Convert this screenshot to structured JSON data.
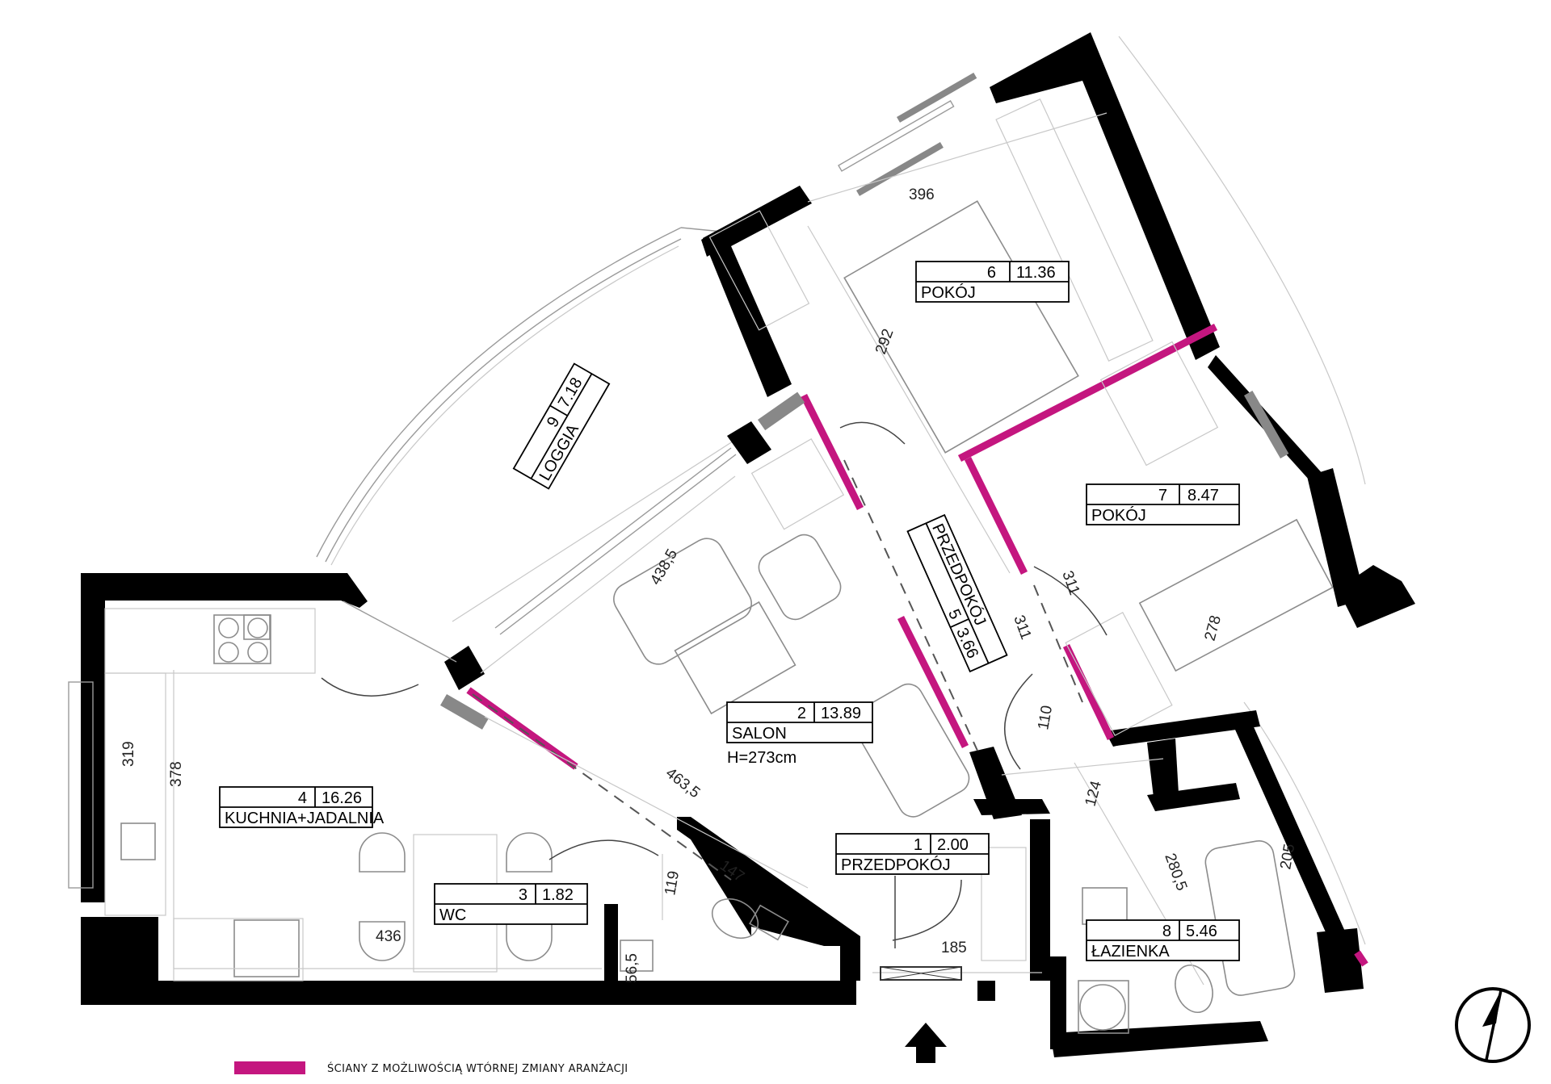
{
  "rooms": {
    "pokoj6": {
      "num": "6",
      "area": "11.36",
      "name": "POKÓJ"
    },
    "pokoj7": {
      "num": "7",
      "area": "8.47",
      "name": "POKÓJ"
    },
    "loggia": {
      "num": "9",
      "area": "7.18",
      "name": "LOGGIA"
    },
    "przedpokoj5": {
      "num": "5",
      "area": "3.66",
      "name": "PRZEDPOKÓJ"
    },
    "salon": {
      "num": "2",
      "area": "13.89",
      "name": "SALON",
      "height": "H=273cm"
    },
    "kuchnia": {
      "num": "4",
      "area": "16.26",
      "name": "KUCHNIA+JADALNIA"
    },
    "wc": {
      "num": "3",
      "area": "1.82",
      "name": "WC"
    },
    "przedpokoj1": {
      "num": "1",
      "area": "2.00",
      "name": "PRZEDPOKÓJ"
    },
    "lazienka": {
      "num": "8",
      "area": "5.46",
      "name": "ŁAZIENKA"
    }
  },
  "dimensions": {
    "d396": "396",
    "d292": "292",
    "d4385": "438,5",
    "d311a": "311",
    "d311b": "311",
    "d278": "278",
    "d110": "110",
    "d124": "124",
    "d2805": "280,5",
    "d205": "205",
    "d4635": "463,5",
    "d378": "378",
    "d319": "319",
    "d436": "436",
    "d119": "119",
    "d147": "147",
    "d565": "56,5",
    "d185": "185"
  },
  "legend": {
    "text": "ŚCIANY Z MOŻLIWOŚCIĄ WTÓRNEJ ZMIANY ARANŻACJI",
    "color": "#c4167f"
  },
  "icons": {
    "north": "north-arrow-icon",
    "entrance": "entrance-arrow-icon"
  }
}
